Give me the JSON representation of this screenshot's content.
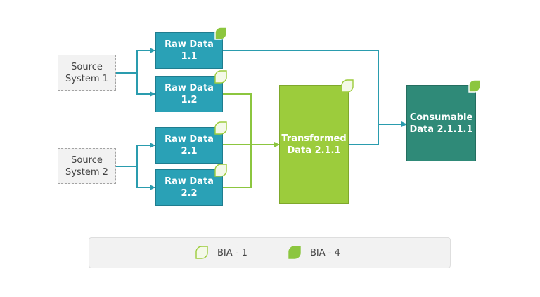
{
  "sources": [
    {
      "line1": "Source",
      "line2": "System 1"
    },
    {
      "line1": "Source",
      "line2": "System 2"
    }
  ],
  "raw_data": [
    {
      "line1": "Raw Data",
      "line2": "1.1",
      "bia": "BIA - 4"
    },
    {
      "line1": "Raw Data",
      "line2": "1.2",
      "bia": "BIA - 1"
    },
    {
      "line1": "Raw Data",
      "line2": "2.1",
      "bia": "BIA - 1"
    },
    {
      "line1": "Raw Data",
      "line2": "2.2",
      "bia": "BIA - 1"
    }
  ],
  "transformed": {
    "line1": "Transformed",
    "line2": "Data 2.1.1",
    "bia": "BIA - 1"
  },
  "consumable": {
    "line1": "Consumable",
    "line2": "Data 2.1.1.1",
    "bia": "BIA - 4"
  },
  "legend": {
    "items": [
      {
        "label": "BIA - 1",
        "icon": "leaf-outline-icon"
      },
      {
        "label": "BIA - 4",
        "icon": "leaf-filled-icon"
      }
    ]
  },
  "colors": {
    "raw": "#2aa1b6",
    "transformed": "#9ccc3c",
    "consumable": "#2f8a78",
    "source": "#f2f2f2",
    "teal_arrow": "#2a9cae",
    "green_arrow": "#8cc63f",
    "leaf_filled": "#8cc63f",
    "leaf_outline_fill": "#f4f9e8"
  }
}
